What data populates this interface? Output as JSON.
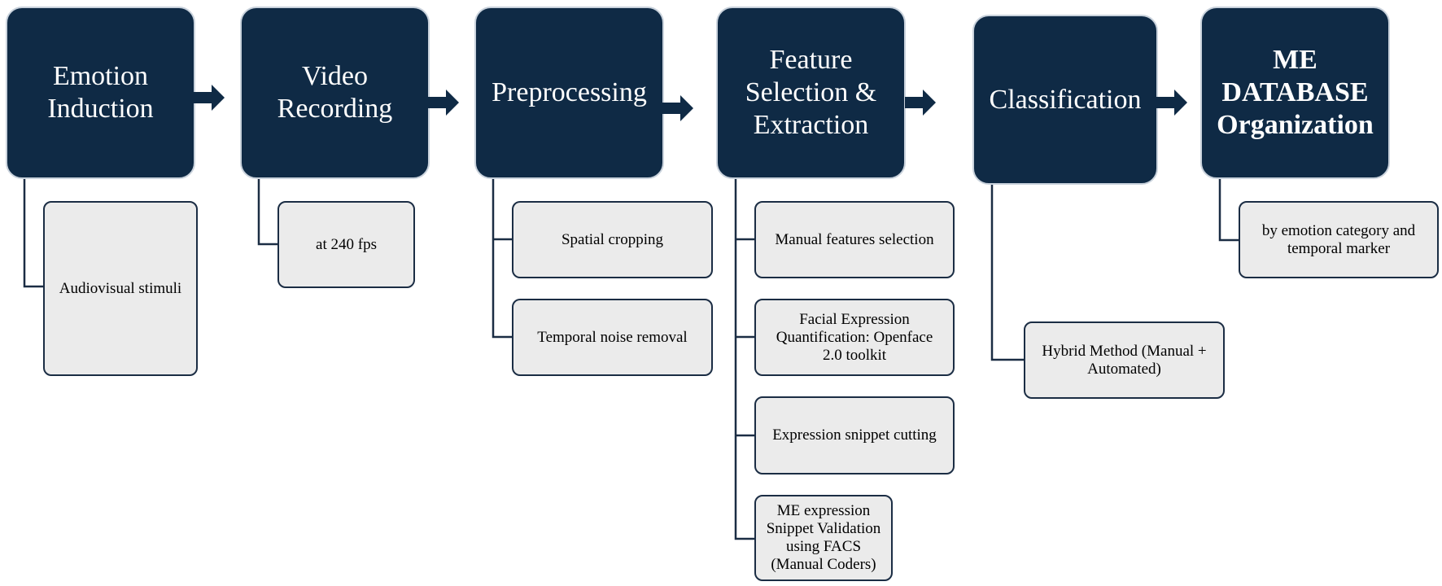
{
  "colors": {
    "step_fill": "#0f2a45",
    "sub_fill": "#ebebeb",
    "line": "#1b2d44"
  },
  "steps": [
    {
      "label": "Emotion\nInduction",
      "subs": [
        "Audiovisual stimuli"
      ]
    },
    {
      "label": "Video\nRecording",
      "subs": [
        "at 240 fps"
      ]
    },
    {
      "label": "Preprocessing",
      "subs": [
        "Spatial cropping",
        "Temporal noise removal"
      ]
    },
    {
      "label": "Feature\nSelection &\nExtraction",
      "subs": [
        "Manual features selection",
        "Facial Expression\nQuantification: Openface\n2.0 toolkit",
        "Expression snippet cutting",
        "ME expression\nSnippet Validation\nusing FACS\n(Manual Coders)"
      ]
    },
    {
      "label": "Classification",
      "subs": [
        "Hybrid Method (Manual +\nAutomated)"
      ]
    },
    {
      "label": "ME\nDATABASE\nOrganization",
      "subs": [
        "by emotion category and\ntemporal marker"
      ]
    }
  ]
}
